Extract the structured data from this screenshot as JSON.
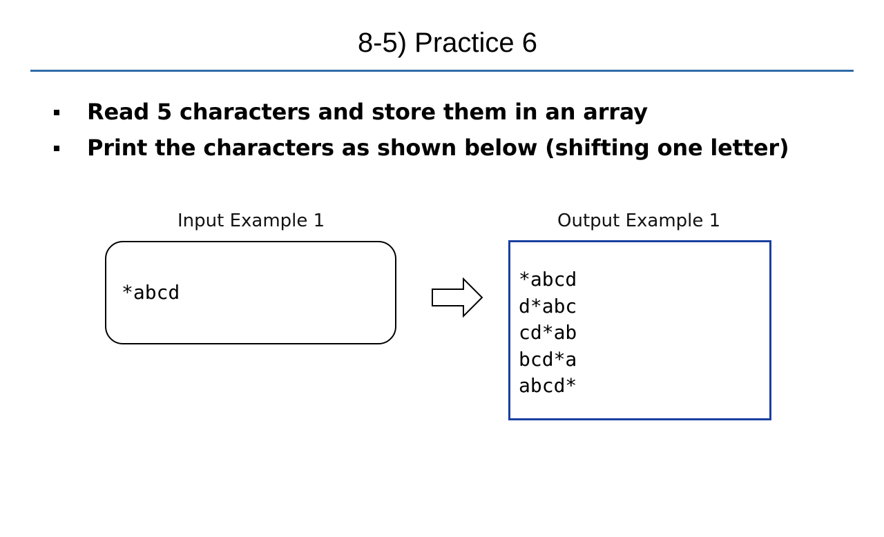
{
  "slide": {
    "title": "8-5) Practice 6"
  },
  "bullets": [
    {
      "text": "Read 5 characters and store them in an array"
    },
    {
      "text": "Print the characters as shown below (shifting one letter)"
    }
  ],
  "input_example": {
    "label": "Input Example 1",
    "text": "*abcd"
  },
  "output_example": {
    "label": "Output Example 1",
    "lines": [
      "*abcd",
      "d*abc",
      "cd*ab",
      "bcd*a",
      "abcd*"
    ]
  },
  "icons": {
    "arrow": "right-arrow-icon"
  },
  "colors": {
    "title_rule": "#2f6aa8",
    "output_border": "#1a3fa0"
  }
}
